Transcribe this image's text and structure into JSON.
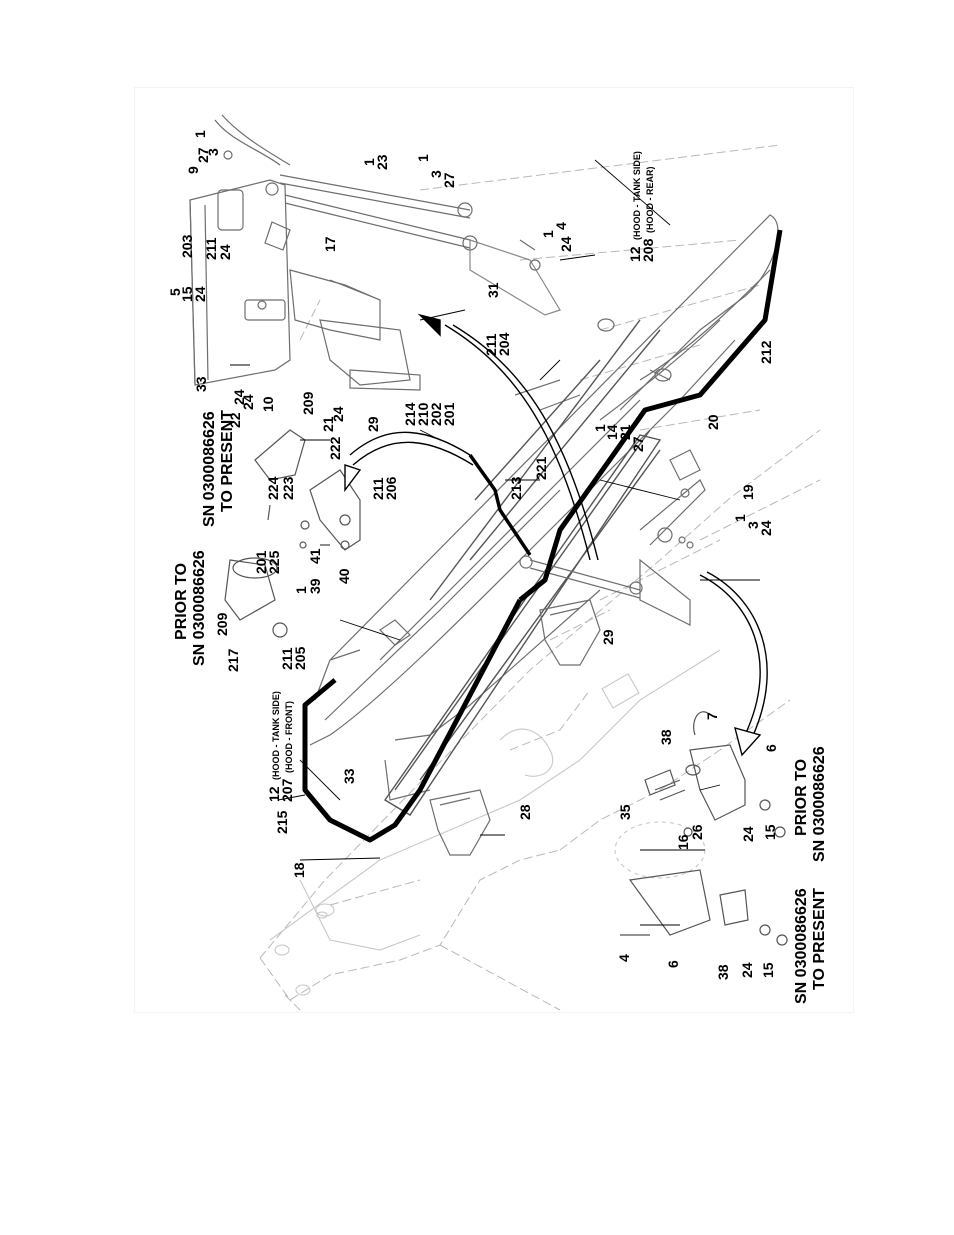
{
  "diagram": {
    "labels": {
      "l1": "1",
      "l3": "3",
      "l27": "27",
      "l9": "9",
      "l1b": "1",
      "l23": "23",
      "l1c": "1",
      "l3b": "3",
      "l27b": "27",
      "l203": "203",
      "l211a": "211",
      "l24a": "24",
      "l5": "5",
      "l15a": "15",
      "l24b": "24",
      "l17": "17",
      "l1d": "1",
      "l4a": "4",
      "l24c": "24",
      "l31": "31",
      "l12r": "12",
      "l12r_note": "(HOOD - TANK SIDE)",
      "l208": "208",
      "l208_note": "(HOOD - REAR)",
      "l33a": "33",
      "l24d": "24",
      "l10": "10",
      "l22": "22",
      "l24e": "24",
      "l209a": "209",
      "l29a": "29",
      "l24f": "24",
      "l21a": "21",
      "l211b": "211",
      "l204": "204",
      "l212": "212",
      "l214": "214",
      "l210": "210",
      "l202": "202",
      "l201a": "201",
      "l1e": "1",
      "l14": "14",
      "l21b": "21",
      "l27c": "27",
      "l20": "20",
      "sn_present_1": "SN 0300086626",
      "sn_present_2": "TO PRESENT",
      "l222": "222",
      "l223": "223",
      "l224": "224",
      "l211c": "211",
      "l206": "206",
      "l221": "221",
      "l213": "213",
      "l19": "19",
      "l1f": "1",
      "l3c": "3",
      "l24g": "24",
      "prior_1": "PRIOR TO",
      "prior_2": "SN 0300086626",
      "l209b": "209",
      "l201b": "201",
      "l225": "225",
      "l1g": "1",
      "l39": "39",
      "l41": "41",
      "l40": "40",
      "l217": "217",
      "l211d": "211",
      "l205": "205",
      "l29b": "29",
      "l12f": "12",
      "l12f_note": "(HOOD - TANK SIDE)",
      "l207": "207",
      "l207_note": "(HOOD - FRONT)",
      "l33b": "33",
      "l215": "215",
      "l7": "7",
      "l38a": "38",
      "l6a": "6",
      "l28": "28",
      "l35": "35",
      "l16": "16",
      "l26": "26",
      "l24h": "24",
      "l15b": "15",
      "prior2_1": "PRIOR TO",
      "prior2_2": "SN 0300086626",
      "l18": "18",
      "l4b": "4",
      "l6b": "6",
      "l38b": "38",
      "l24i": "24",
      "l15c": "15",
      "sn2_1": "SN 0300086626",
      "sn2_2": "TO PRESENT"
    },
    "colors": {
      "ink": "#000000",
      "ghost": "#b8b8b8",
      "mid": "#6e6e6e"
    }
  }
}
